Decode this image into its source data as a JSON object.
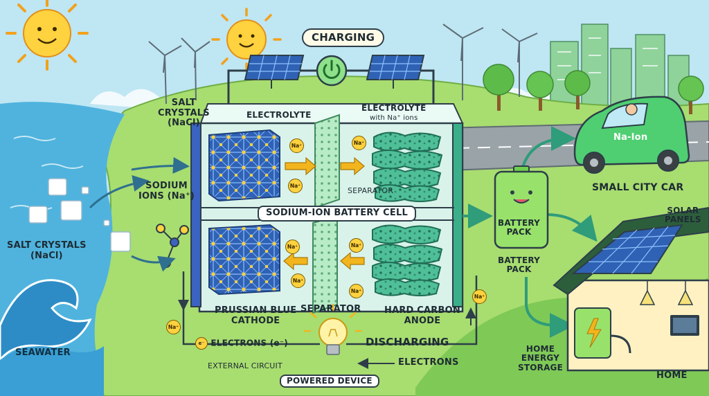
{
  "labels": {
    "charging": "CHARGING",
    "electrolyte": "ELECTROLYTE",
    "electrolyte_na_line1": "ELECTROLYTE",
    "electrolyte_na_line2": "with Na⁺ ions",
    "salt_crystals_top_line1": "SALT",
    "salt_crystals_top_line2": "CRYSTALS",
    "salt_crystals_top_line3": "(NaCl)",
    "sodium_ions_line1": "SODIUM",
    "sodium_ions_line2": "IONS (Na⁺)",
    "salt_crystals_left_line1": "SALT CRYSTALS",
    "salt_crystals_left_line2": "(NaCl)",
    "separator_top": "SEPARATOR",
    "cell_title": "SODIUM-ION BATTERY CELL",
    "cathode_line1": "PRUSSIAN BLUE",
    "cathode_line2": "CATHODE",
    "separator_bottom": "SEPARATOR",
    "anode_line1": "HARD CARBON",
    "anode_line2": "ANODE",
    "electrons": "ELECTRONS (e⁻)",
    "electron_symbol": "e⁻",
    "discharging": "DISCHARGING",
    "external_circuit": "EXTERNAL CIRCUIT",
    "electrons_arrow": "ELECTRONS",
    "powered_device": "POWERED DEVICE",
    "seawater": "SEAWATER",
    "small_city_car": "SMALL CITY CAR",
    "car_badge": "Na-Ion",
    "battery_pack_line1": "BATTERY",
    "battery_pack_line2": "PACK",
    "battery_pack_below_line1": "BATTERY",
    "battery_pack_below_line2": "PACK",
    "solar_panels_line1": "SOLAR",
    "solar_panels_line2": "PANELS",
    "home_storage_line1": "HOME",
    "home_storage_line2": "ENERGY",
    "home_storage_line3": "STORAGE",
    "home": "HOME",
    "na_ion": "Na⁺"
  },
  "icons": [
    "sun-icon",
    "wind-turbine-icon",
    "solar-panel-icon",
    "power-button-icon",
    "light-bulb-icon",
    "car-icon",
    "battery-icon",
    "house-icon",
    "tree-icon",
    "wave-icon"
  ],
  "colors": {
    "sky": "#bfe6f3",
    "sea": "#4fb3de",
    "land": "#a8dd70",
    "cell_fill": "#d9f3ea",
    "cathode": "#2f62b4",
    "anode": "#4fbf98",
    "separator": "#b8ecc6",
    "ion": "#ffd23f",
    "arrow": "#f2b51d"
  }
}
